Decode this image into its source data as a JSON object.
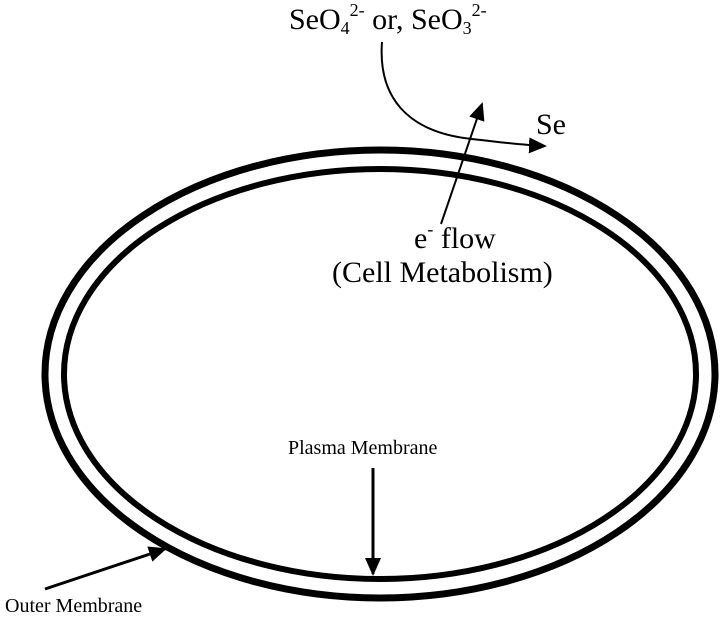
{
  "labels": {
    "ions": {
      "selenate_base": "SeO",
      "selenate_sub": "4",
      "selenate_charge": "2-",
      "connector": " or, ",
      "selenite_base": "SeO",
      "selenite_sub": "3",
      "selenite_charge": "2-"
    },
    "product": "Se",
    "electron_flow": {
      "electron": "e",
      "electron_charge": "-",
      "flow_word": " flow",
      "subtitle": "(Cell Metabolism)"
    },
    "plasma_membrane": "Plasma Membrane",
    "outer_membrane": "Outer Membrane"
  },
  "colors": {
    "line": "#000000",
    "background": "#ffffff"
  }
}
